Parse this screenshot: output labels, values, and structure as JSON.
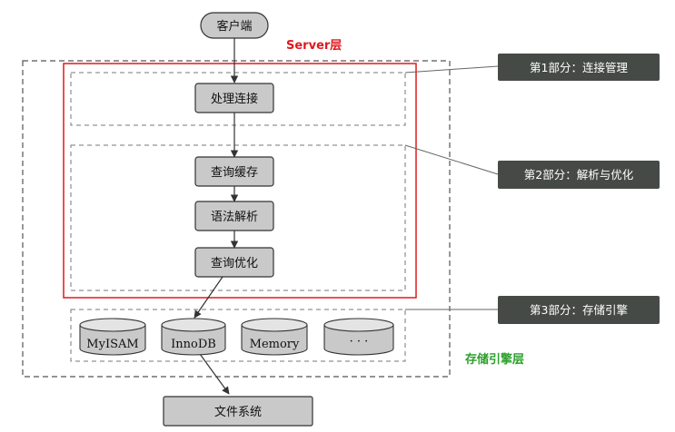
{
  "nodes": {
    "client": "客户端",
    "connection": "处理连接",
    "query_cache": "查询缓存",
    "parser": "语法解析",
    "optimizer": "查询优化",
    "filesystem": "文件系统"
  },
  "engines": [
    "MyISAM",
    "InnoDB",
    "Memory",
    "· · ·"
  ],
  "callouts": [
    "第1部分：连接管理",
    "第2部分：解析与优化",
    "第3部分：存储引擎"
  ],
  "labels": {
    "server_layer": "Server层",
    "storage_layer": "存储引擎层"
  },
  "colors": {
    "node_fill": "#c9c9c9",
    "callout_fill": "#454a47",
    "server_highlight": "#e0191e",
    "storage_label": "#2aa02a"
  }
}
